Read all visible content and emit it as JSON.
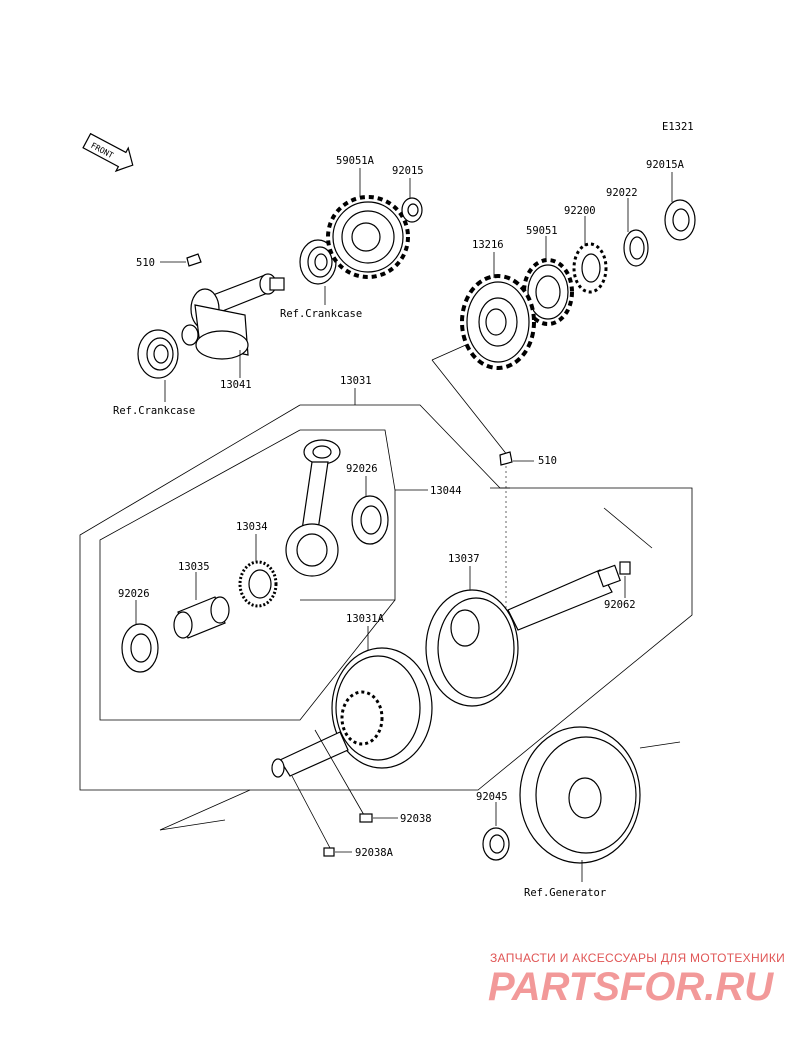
{
  "diagram_code": "E1321",
  "front_label": "FRONT",
  "labels": {
    "p59051A": "59051A",
    "p92015": "92015",
    "p92015A": "92015A",
    "p92022": "92022",
    "p92200": "92200",
    "p59051": "59051",
    "p13216": "13216",
    "p510_top": "510",
    "ref_crankcase_1": "Ref.Crankcase",
    "p13041": "13041",
    "ref_crankcase_2": "Ref.Crankcase",
    "p13031": "13031",
    "p92026_a": "92026",
    "p13044": "13044",
    "p510_mid": "510",
    "p13034": "13034",
    "p13035": "13035",
    "p92026_b": "92026",
    "p13037": "13037",
    "p92062": "92062",
    "p13031A": "13031A",
    "p92045": "92045",
    "p92038": "92038",
    "p92038A": "92038A",
    "ref_generator": "Ref.Generator"
  },
  "watermark": {
    "tagline": "ЗАПЧАСТИ И АКСЕССУАРЫ ДЛЯ МОТОТЕХНИКИ",
    "brand": "PARTSFOR.RU"
  }
}
